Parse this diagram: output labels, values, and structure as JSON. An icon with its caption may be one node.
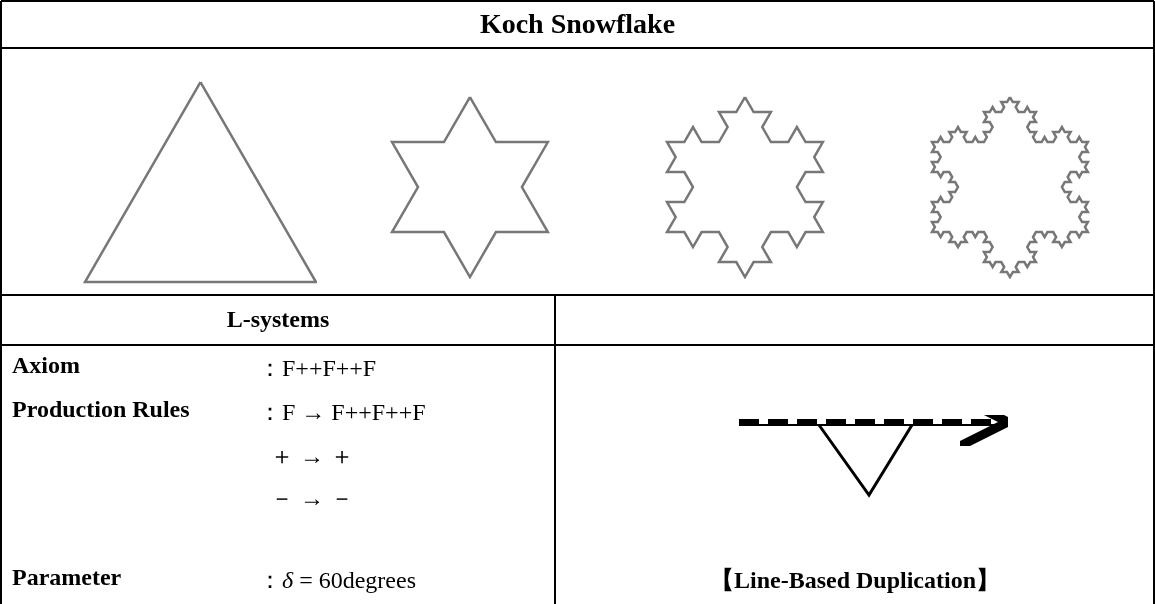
{
  "diagram": {
    "title": "Koch Snowflake",
    "labels": [
      "L-systems",
      "Axiom",
      "：F++F++F",
      "Production Rules",
      "：F → F++F++F",
      "＋ → ＋",
      "－ → －",
      "Parameter",
      "：*δ* = 60degrees",
      "【Line-Based Duplication】"
    ]
  }
}
